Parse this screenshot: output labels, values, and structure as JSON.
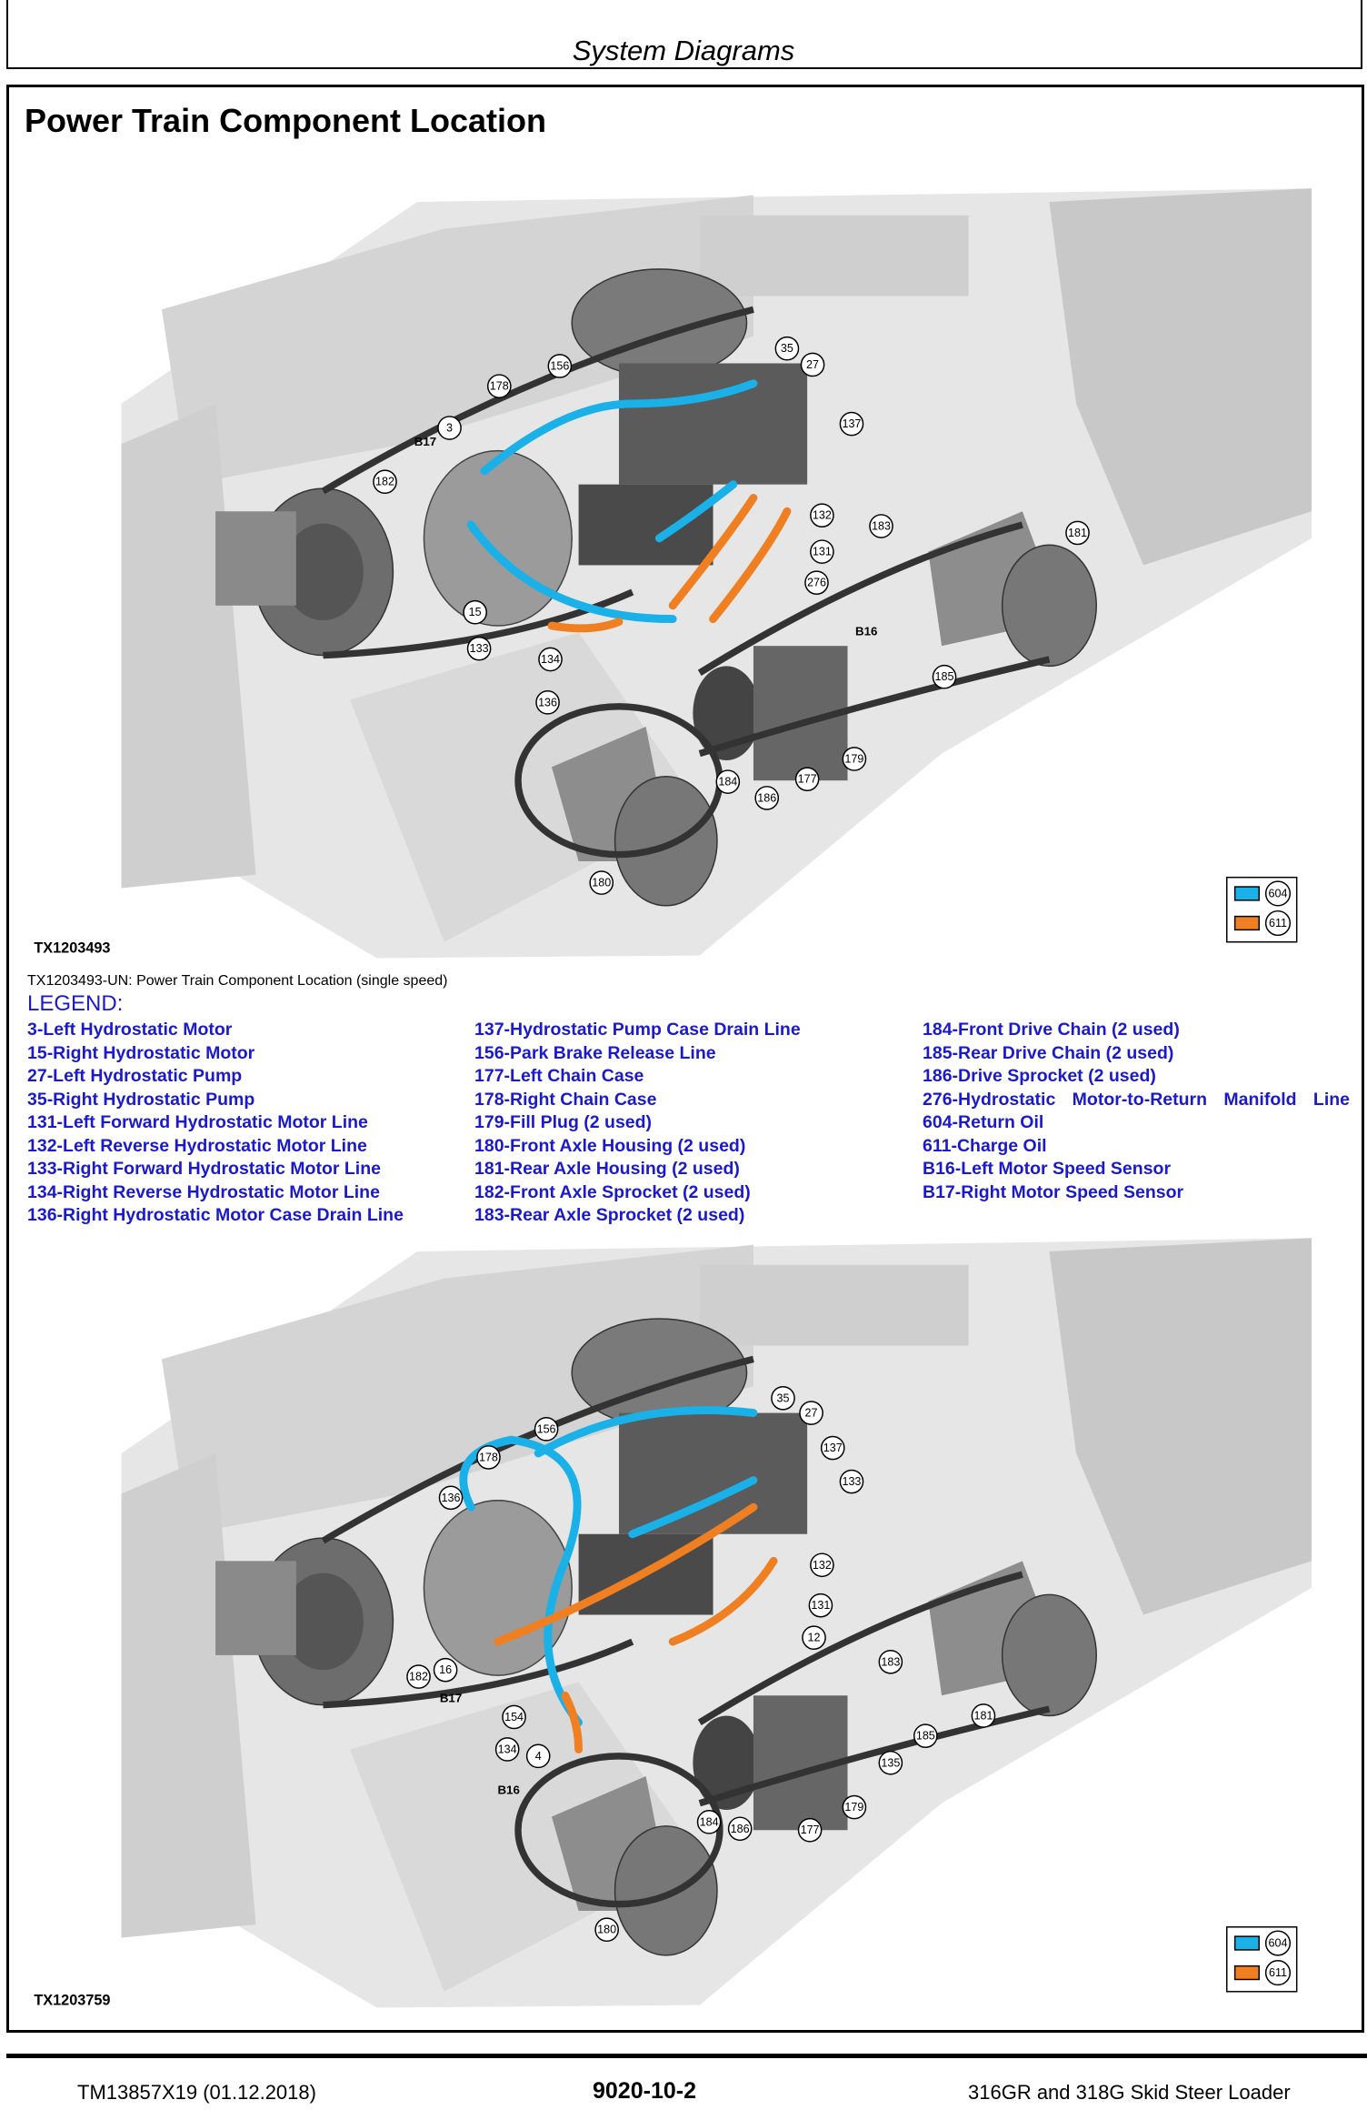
{
  "header": {
    "section": "System Diagrams"
  },
  "title": "Power Train Component Location",
  "figure1": {
    "id": "TX1203493",
    "callouts": [
      "178",
      "156",
      "35",
      "27",
      "3",
      "137",
      "182",
      "132",
      "183",
      "181",
      "131",
      "276",
      "15",
      "133",
      "134",
      "185",
      "136",
      "179",
      "177",
      "184",
      "186",
      "180"
    ],
    "labels": [
      "B17",
      "B16"
    ]
  },
  "caption": "TX1203493-UN: Power Train Component Location (single speed)",
  "legend": {
    "heading": "LEGEND:",
    "col1": [
      "3-Left Hydrostatic Motor",
      "15-Right Hydrostatic Motor",
      "27-Left Hydrostatic Pump",
      "35-Right Hydrostatic Pump",
      "131-Left Forward Hydrostatic Motor Line",
      "132-Left Reverse Hydrostatic Motor Line",
      "133-Right Forward Hydrostatic Motor Line",
      "134-Right Reverse Hydrostatic Motor Line",
      "136-Right Hydrostatic Motor Case Drain Line"
    ],
    "col2": [
      "137-Hydrostatic Pump Case Drain Line",
      "156-Park Brake Release Line",
      "177-Left Chain Case",
      "178-Right Chain Case",
      "179-Fill Plug (2 used)",
      "180-Front Axle Housing (2 used)",
      "181-Rear Axle Housing (2 used)",
      "182-Front Axle Sprocket (2 used)",
      "183-Rear Axle Sprocket (2 used)"
    ],
    "col3": [
      "184-Front Drive Chain (2 used)",
      "185-Rear Drive Chain (2 used)",
      "186-Drive Sprocket (2 used)",
      "276-Hydrostatic Motor-to-Return Manifold Line",
      "604-Return Oil",
      "611-Charge Oil",
      "B16-Left Motor Speed Sensor",
      "B17-Right Motor Speed Sensor"
    ]
  },
  "figure2": {
    "id": "TX1203759",
    "callouts": [
      "156",
      "35",
      "27",
      "178",
      "137",
      "133",
      "136",
      "132",
      "131",
      "12",
      "183",
      "182",
      "16",
      "181",
      "154",
      "185",
      "134",
      "4",
      "135",
      "179",
      "184",
      "186",
      "177",
      "180"
    ],
    "labels": [
      "B17",
      "B16"
    ]
  },
  "oil_key": {
    "return": {
      "code": "604",
      "color": "#1ab0e8"
    },
    "charge": {
      "code": "611",
      "color": "#f07f22"
    }
  },
  "footer": {
    "doc": "TM13857X19 (01.12.2018)",
    "page": "9020-10-2",
    "model": "316GR and 318G Skid Steer Loader"
  }
}
